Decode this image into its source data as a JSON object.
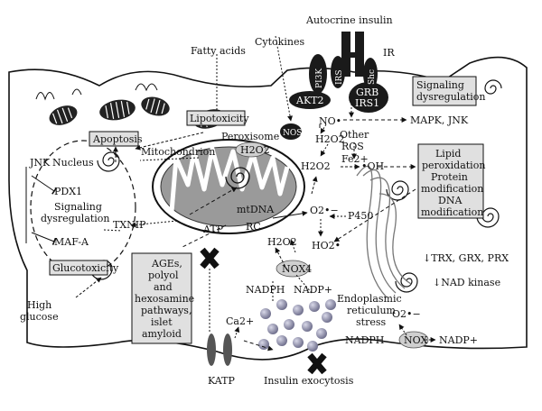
{
  "labels": {
    "autocrine_insulin": "Autocrine insulin",
    "ir": "IR",
    "fatty_acids": "Fatty acids",
    "cytokines": "Cytokines",
    "pi3k": "PI3K",
    "irs": "IRS",
    "shc": "Shc",
    "akt2": "AKT2",
    "grb_irs1": [
      "GRB",
      "IRS1"
    ],
    "signaling_dysregulation_top": [
      "Signaling",
      "dysregulation"
    ],
    "lipotoxicity": "Lipotoxicity",
    "nos": "NOS",
    "no_radical": "NO•",
    "mapk_jnk": "MAPK, JNK",
    "apoptosis": "Apoptosis",
    "peroxisome": "Peroxisome",
    "h2o2_peroxisome": "H2O2",
    "h2o2_top": "H2O2",
    "other_ros": [
      "Other",
      "ROS"
    ],
    "mitochondrion": "Mitochondrion",
    "jnk": "JNK",
    "nucleus": "Nucleus",
    "pdx1": "PDX1",
    "signaling_dysregulation_nucleus": [
      "Signaling",
      "dysregulation"
    ],
    "maf_a": "MAF-A",
    "txnip": "TXNIP",
    "mtdna_rc": [
      "mtDNA",
      "RC"
    ],
    "atp": "ATP",
    "h2o2_mid": "H2O2",
    "fe2": "Fe2+",
    "oh_radical": "•OH",
    "lipid_box": [
      "Lipid",
      "peroxidation",
      "Protein",
      "modification",
      "DNA",
      "modification"
    ],
    "superoxide": "O2•−",
    "p450": "P450",
    "h2o2_left": "H2O2",
    "ho2": "HO2•",
    "glucotoxicity": "Glucotoxicity",
    "ages_box": [
      "AGEs,",
      "polyol",
      "and",
      "hexosamine",
      "pathways,",
      "islet",
      "amyloid"
    ],
    "nox4": "NOX4",
    "nadph_left": "NADPH",
    "nadp_left": "NADP+",
    "trx_grx_prx": "↓TRX, GRX, PRX",
    "nad_kinase": "↓NAD kinase",
    "er_stress": [
      "Endoplasmic",
      "reticulum",
      "stress"
    ],
    "high_glucose": [
      "High",
      "glucose"
    ],
    "ca2": "Ca2+",
    "superoxide_er": "O2•−",
    "nadph_right": "NADPH",
    "nox": "NOX",
    "nadp_right": "NADP+",
    "katp": "KATP",
    "insulin_exocytosis": "Insulin exocytosis"
  },
  "colors": {
    "dark": "#1a1a1a",
    "box_fill": "#e0e0e0",
    "ellipse_fill": "#cfcfcf",
    "mito_fill": "#9a9a9a",
    "granule": "#8a8aa6"
  }
}
